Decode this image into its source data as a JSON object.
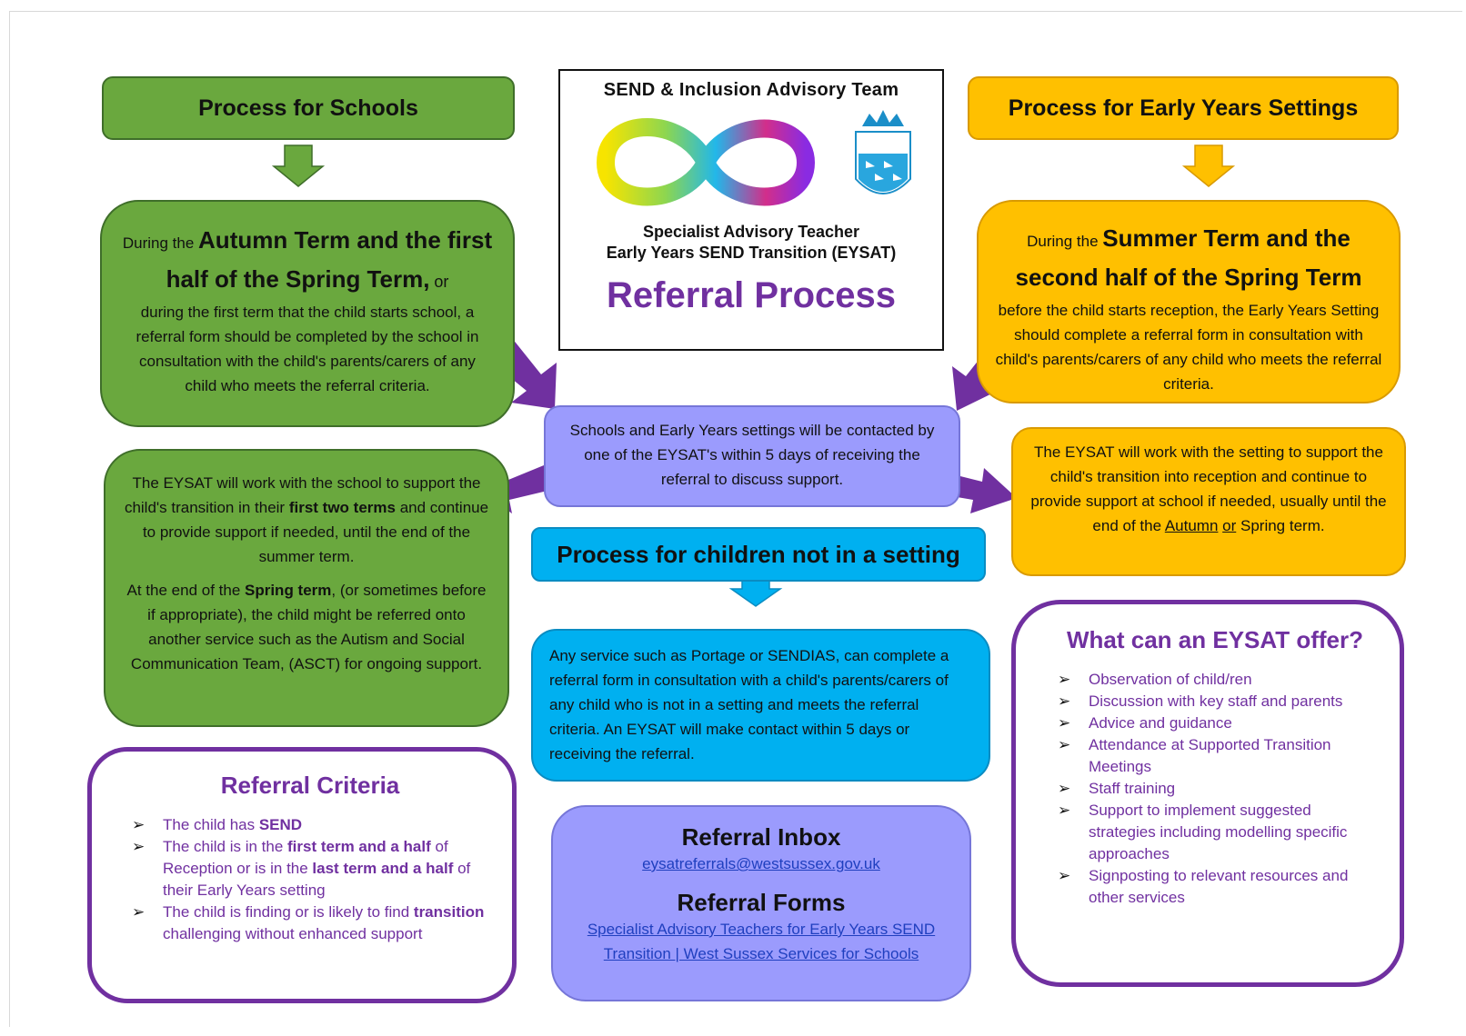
{
  "logo_box": {
    "team_title": "SEND & Inclusion Advisory Team",
    "role_line1": "Specialist Advisory Teacher",
    "role_line2": "Early Years SEND Transition (EYSAT)",
    "main_title": "Referral Process"
  },
  "schools": {
    "header": "Process for Schools",
    "desc_prefix": "During the ",
    "desc_emph": "Autumn Term and the first half of the Spring Term,",
    "desc_or": " or",
    "desc_rest": "during the first term that the child starts school, a referral form should be completed by the school in consultation with the child's parents/carers of any child who meets the referral criteria.",
    "support_p1_a": "The EYSAT will work with the school to support the child's transition in their ",
    "support_p1_b": "first two terms",
    "support_p1_c": " and continue to provide support if needed, until the end of the summer term.",
    "support_p2_a": "At the end of the ",
    "support_p2_b": "Spring term",
    "support_p2_c": ", (or sometimes before if appropriate), the child might be referred onto another service such as the Autism and Social Communication Team, (ASCT) for ongoing support."
  },
  "early_years": {
    "header": "Process for Early Years Settings",
    "desc_prefix": "During the ",
    "desc_emph": "Summer Term and the second half of the Spring Term",
    "desc_rest": "before the child starts reception, the Early Years Setting should complete a referral form in consultation with child's parents/carers of any child who meets the referral criteria.",
    "support_a": "The EYSAT will work with the setting to support the child's transition into reception and continue to provide support at school if needed, usually until the end of the ",
    "support_autumn": "Autumn",
    "support_or": "or",
    "support_c": " Spring term."
  },
  "contact": {
    "text": "Schools and Early Years settings will be contacted by one of the EYSAT's within 5 days of receiving the referral to discuss support."
  },
  "not_in_setting": {
    "header": "Process for children not in a setting",
    "text": "Any service such as Portage or SENDIAS, can complete a referral form in consultation with a child's parents/carers of any child who is not in a setting and meets the referral criteria.  An EYSAT will make contact within 5 days or receiving the referral."
  },
  "referral_criteria": {
    "title": "Referral Criteria",
    "item1_a": "The child has ",
    "item1_b": "SEND",
    "item2_a": "The child is in the ",
    "item2_b": "first term and a half",
    "item2_c": " of Reception or is in the ",
    "item2_d": "last term and a half",
    "item2_e": " of their Early Years setting",
    "item3_a": "The child is finding or is likely to find ",
    "item3_b": "transition",
    "item3_c": " challenging without enhanced support"
  },
  "inbox": {
    "title": "Referral Inbox",
    "email": "eysatreferrals@westsussex.gov.uk",
    "forms_title": "Referral Forms",
    "forms_link": "Specialist Advisory Teachers for Early Years SEND Transition | West Sussex Services for Schools"
  },
  "offer": {
    "title": "What can an EYSAT offer?",
    "items": [
      "Observation of child/ren",
      "Discussion with key staff and parents",
      "Advice and guidance",
      "Attendance at Supported Transition Meetings",
      "Staff training",
      "Support to implement suggested strategies including modelling specific approaches",
      "Signposting to relevant resources and other services"
    ]
  },
  "colors": {
    "green": "#6aa83e",
    "amber": "#ffc000",
    "lavender": "#9b9bfd",
    "sky": "#00b0f0",
    "purple": "#7030a0"
  }
}
